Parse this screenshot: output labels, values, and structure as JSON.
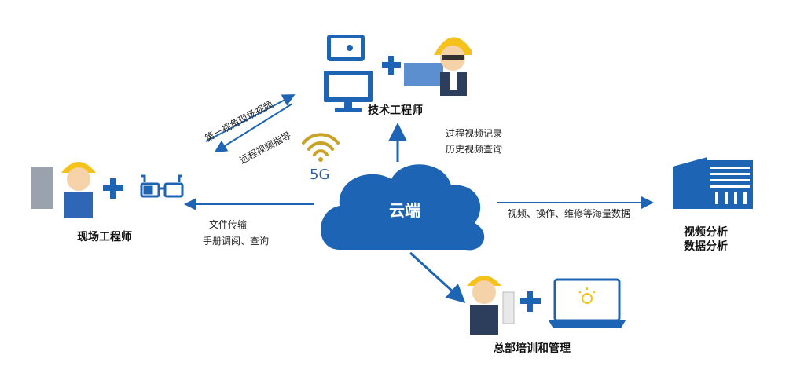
{
  "nodes": {
    "cloud": "云端",
    "tech_engineer": "技术工程师",
    "field_engineer": "现场工程师",
    "hq": "总部培训和管理",
    "analysis_line1": "视频分析",
    "analysis_line2": "数据分析"
  },
  "network": "5G",
  "edges": {
    "first_person_video": "第一视角现场视频",
    "remote_guidance": "远程视频指导",
    "process_record": "过程视频记录",
    "history_query": "历史视频查询",
    "file_transfer": "文件传输",
    "manual_lookup": "手册调阅、查询",
    "mass_data": "视频、操作、维修等海量数据"
  },
  "colors": {
    "primary_blue": "#1e64b4",
    "helmet_yellow": "#f5c21b",
    "wifi_gold": "#c9a227"
  }
}
